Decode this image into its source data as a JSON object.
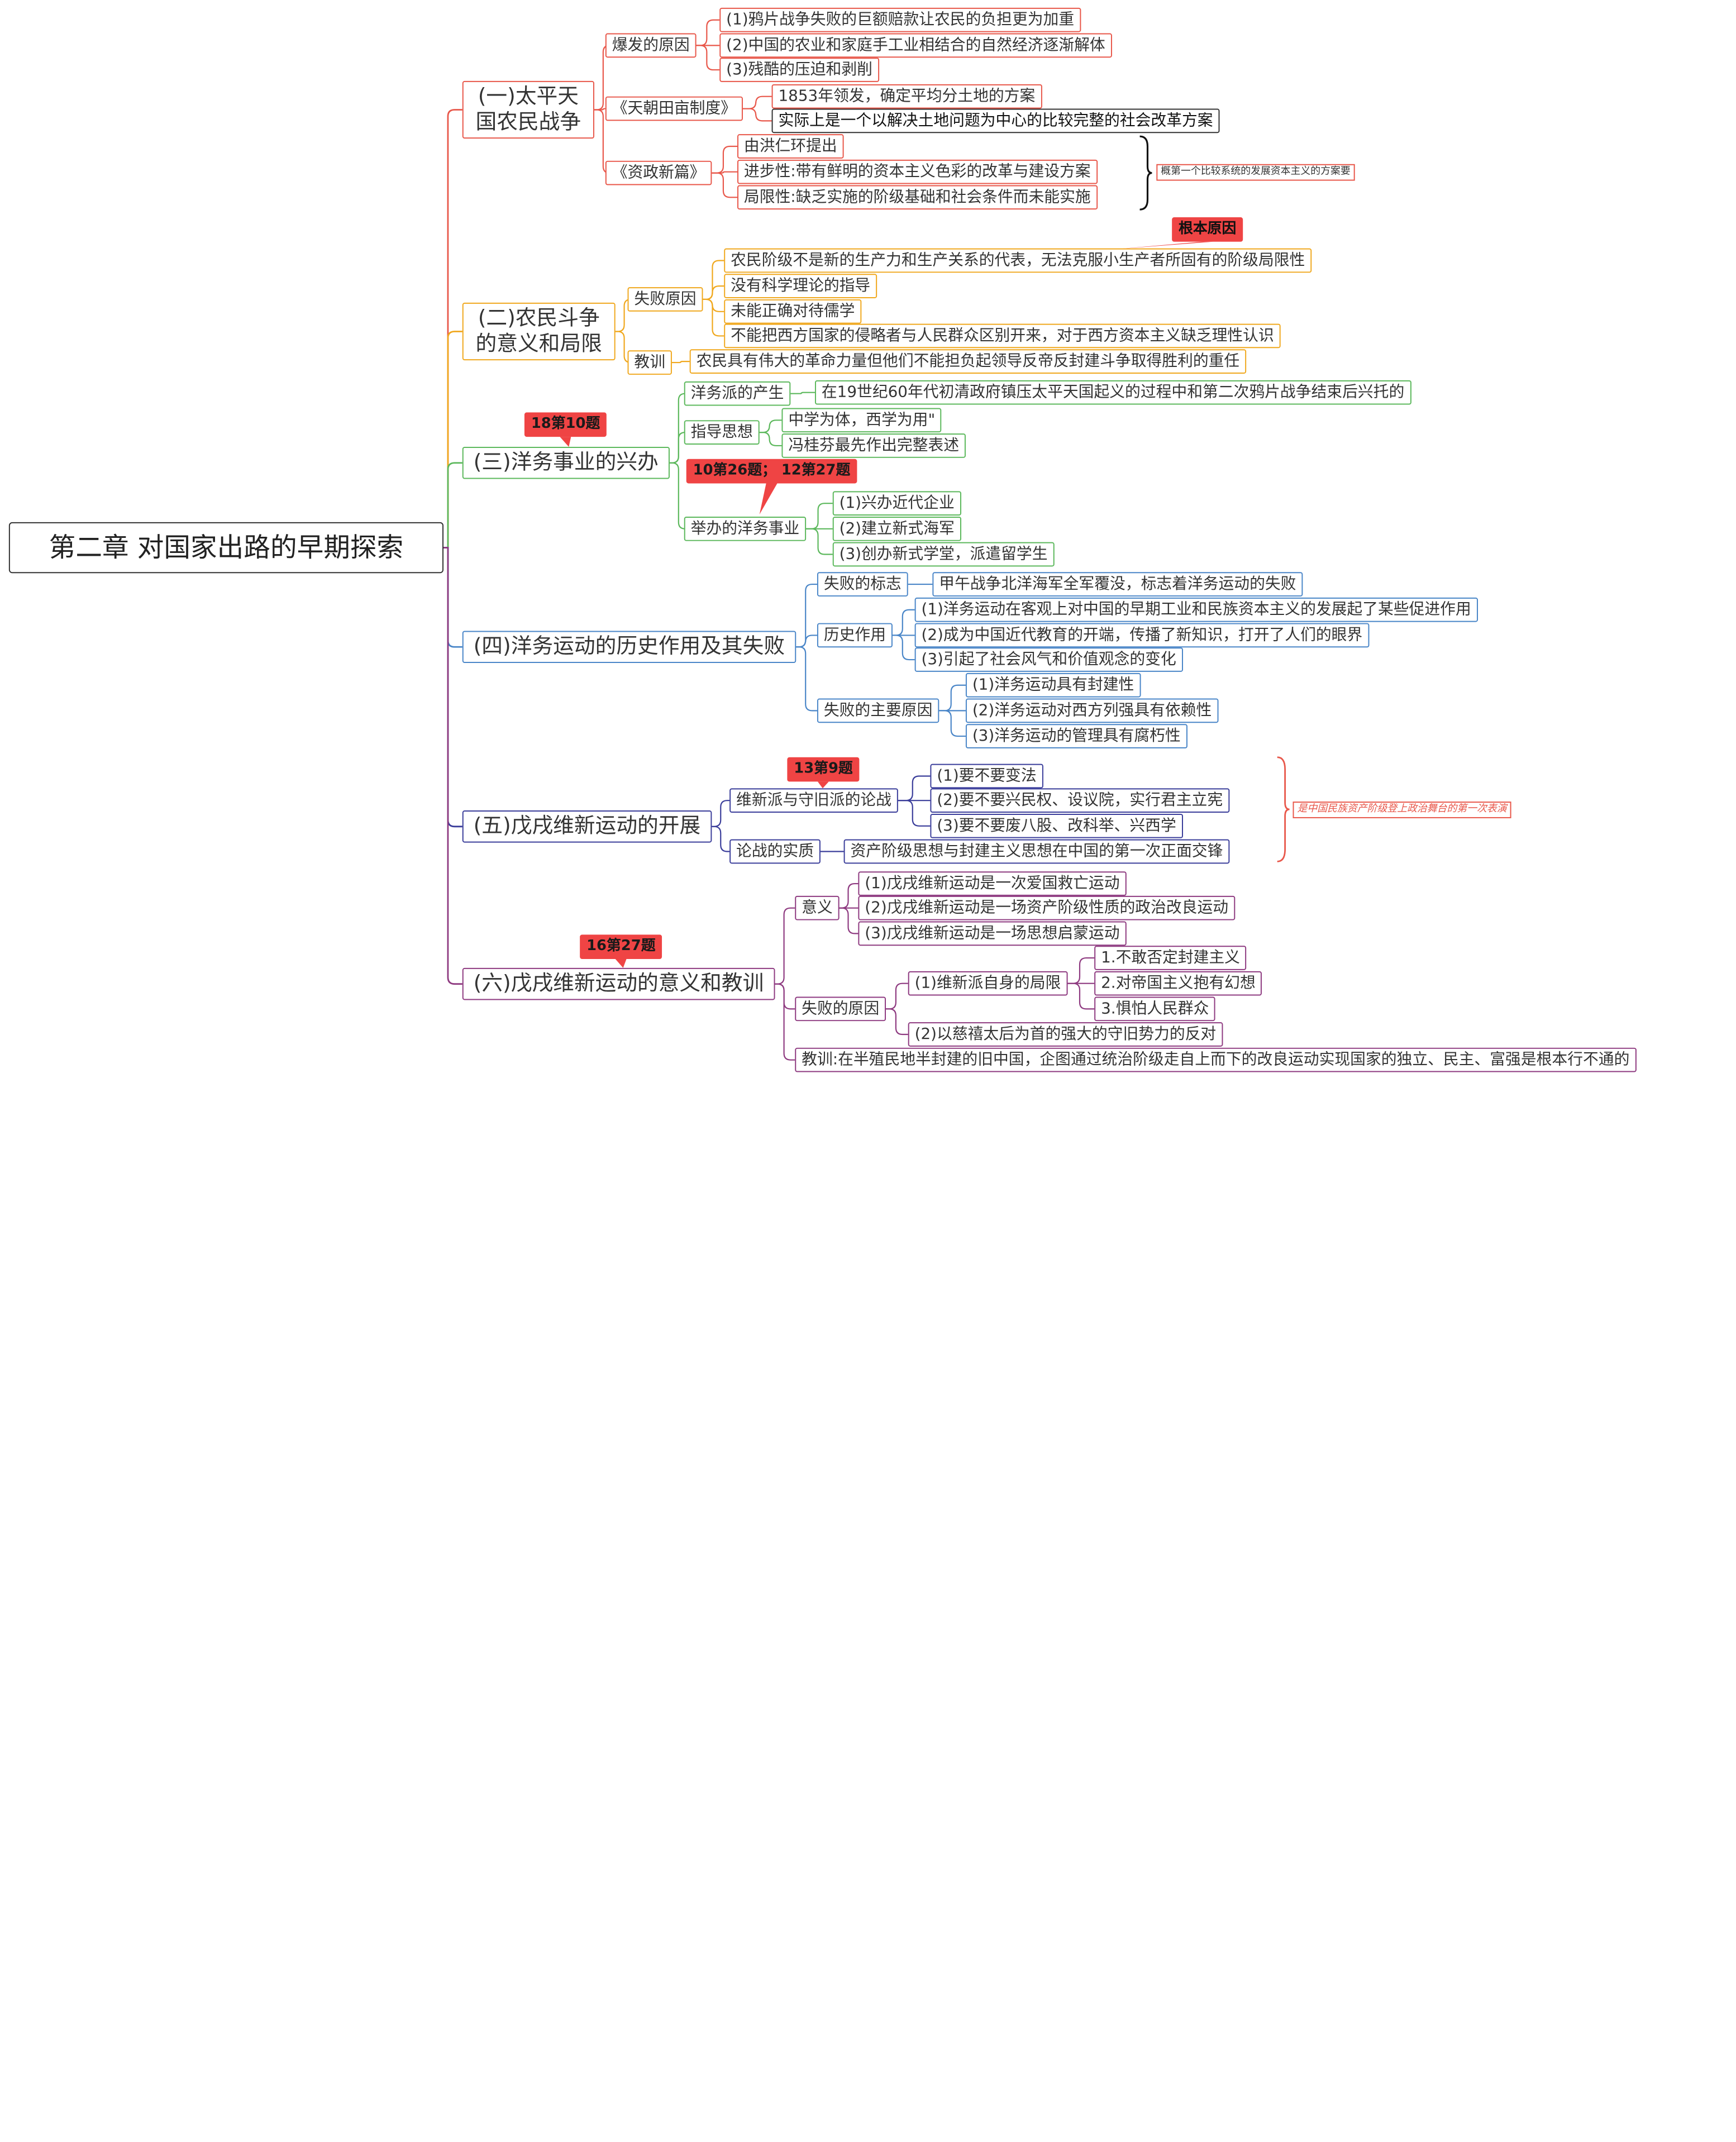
{
  "root": "第二章 对国家出路的早期探索",
  "sections": {
    "s1": {
      "title": "(一)太平天国农民战争",
      "cause_label": "爆发的原因",
      "causes": [
        "(1)鸦片战争失败的巨额赔款让农民的负担更为加重",
        "(2)中国的农业和家庭手工业相结合的自然经济逐渐解体",
        "(3)残酷的压迫和剥削"
      ],
      "tianchao_label": "《天朝田亩制度》",
      "tianchao": [
        "1853年领发，确定平均分土地的方案",
        "实际上是一个以解决土地问题为中心的比较完整的社会改革方案"
      ],
      "zizheng_label": "《资政新篇》",
      "zizheng": [
        "由洪仁环提出",
        "进步性:带有鲜明的资本主义色彩的改革与建设方案",
        "局限性:缺乏实施的阶级基础和社会条件而未能实施"
      ],
      "zizheng_note": "概第一个比较系统的发展资本主义的方案要"
    },
    "s2": {
      "title": "(二)农民斗争的意义和局限",
      "fail_label": "失败原因",
      "fails": [
        "农民阶级不是新的生产力和生产关系的代表，无法克服小生产者所固有的阶级局限性",
        "没有科学理论的指导",
        "未能正确对待儒学",
        "不能把西方国家的侵略者与人民群众区别开来，对于西方资本主义缺乏理性认识"
      ],
      "root_cause_tag": "根本原因",
      "lesson_label": "教训",
      "lesson": "农民具有伟大的革命力量但他们不能担负起领导反帝反封建斗争取得胜利的重任"
    },
    "s3": {
      "title": "(三)洋务事业的兴办",
      "tag": "18第10题",
      "origin_label": "洋务派的产生",
      "origin": "在19世纪60年代初清政府镇压太平天国起义的过程中和第二次鸦片战争结束后兴托的",
      "guide_label": "指导思想",
      "guides": [
        "中学为体，西学为用\"",
        "冯桂芬最先作出完整表述"
      ],
      "works_tag": "10第26题； 12第27题",
      "works_label": "举办的洋务事业",
      "works": [
        "(1)兴办近代企业",
        "(2)建立新式海军",
        "(3)创办新式学堂，派遣留学生"
      ]
    },
    "s4": {
      "title": "(四)洋务运动的历史作用及其失败",
      "sign_label": "失败的标志",
      "sign": "甲午战争北洋海军全军覆没，标志着洋务运动的失败",
      "role_label": "历史作用",
      "roles": [
        "(1)洋务运动在客观上对中国的早期工业和民族资本主义的发展起了某些促进作用",
        "(2)成为中国近代教育的开端，传播了新知识，打开了人们的眼界",
        "(3)引起了社会风气和价值观念的变化"
      ],
      "reason_label": "失败的主要原因",
      "reasons": [
        "(1)洋务运动具有封建性",
        "(2)洋务运动对西方列强具有依赖性",
        "(3)洋务运动的管理具有腐朽性"
      ]
    },
    "s5": {
      "title": "(五)戊戌维新运动的开展",
      "debate_label": "维新派与守旧派的论战",
      "debate_tag": "13第9题",
      "debates": [
        "(1)要不要变法",
        "(2)要不要兴民权、设议院，实行君主立宪",
        "(3)要不要废八股、改科举、兴西学"
      ],
      "essence_label": "论战的实质",
      "essence": "资产阶级思想与封建主义思想在中国的第一次正面交锋",
      "note": "是中国民族资产阶级登上政治舞台的第一次表演"
    },
    "s6": {
      "title": "(六)戊戌维新运动的意义和教训",
      "tag": "16第27题",
      "meaning_label": "意义",
      "meanings": [
        "(1)戊戌维新运动是一次爱国救亡运动",
        "(2)戊戌维新运动是一场资产阶级性质的政治改良运动",
        "(3)戊戌维新运动是一场思想启蒙运动"
      ],
      "fail_label": "失败的原因",
      "limit_label": "(1)维新派自身的局限",
      "limits": [
        "1.不敢否定封建主义",
        "2.对帝国主义抱有幻想",
        "3.惧怕人民群众"
      ],
      "oppose": "(2)以慈禧太后为首的强大的守旧势力的反对",
      "lesson": "教训:在半殖民地半封建的旧中国，企图通过统治阶级走自上而下的改良运动实现国家的独立、民主、富强是根本行不通的"
    }
  },
  "colors": {
    "s1": "#e8574a",
    "s2": "#f0a81e",
    "s3": "#5cb85c",
    "s4": "#4a86c8",
    "s5": "#3a3d9a",
    "s6": "#8e3a80",
    "tag": "#ef4444"
  }
}
